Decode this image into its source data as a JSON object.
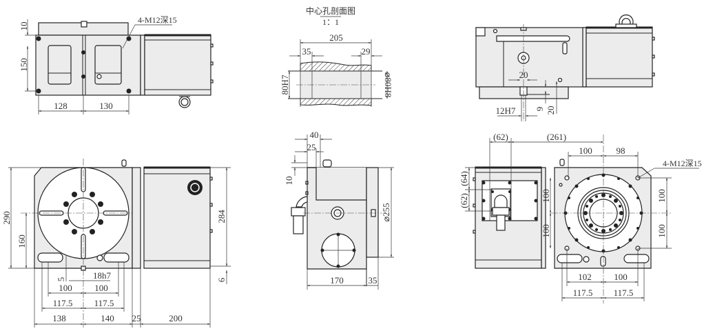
{
  "drawing": {
    "type": "technical dimension drawing - CNC rotary table",
    "views": {
      "top_left_plan": {
        "note": "4-M12深15",
        "dims": {
          "height_top": "10",
          "height_main": "150",
          "width_left": "128",
          "width_right": "130"
        }
      },
      "section_center_hole": {
        "title": "中心孔剖面图",
        "scale": "1：1",
        "dims": {
          "length": "205",
          "left_step": "35",
          "right_step": "29",
          "left_dia": "80H7",
          "right_dia": "⌀80H8"
        }
      },
      "top_right_side": {
        "dims": {
          "slot_width": "20",
          "key": "12H7",
          "depth": "9",
          "height": "20"
        }
      },
      "front_view": {
        "dims": {
          "total_height": "290",
          "center_height": "160",
          "motor_height": "284",
          "base_offset": "6",
          "key": "18h7",
          "key_depth": "5",
          "slot_pitch_left": "100",
          "slot_pitch_right": "100",
          "slot_outer_left": "117.5",
          "slot_outer_right": "117.5",
          "width_left": "138",
          "width_right": "140",
          "gap": "25",
          "motor_length": "200"
        }
      },
      "side_view": {
        "dims": {
          "top_offset": "40",
          "inner_offset": "25",
          "height_offset": "10",
          "diameter": "⌀255",
          "length": "170",
          "flange": "35"
        }
      },
      "rear_view": {
        "note": "4-M12深15",
        "dims": {
          "top_left": "(62)",
          "top_long": "(261)",
          "side_upper": "(64)",
          "side_lower": "(62)",
          "hole_x_left": "100",
          "hole_x_right": "98",
          "hole_y_upper": "100",
          "hole_y_lower": "100",
          "vert_left_upper": "100",
          "vert_left_lower": "100",
          "slot_pitch_left": "102",
          "slot_pitch_right": "100",
          "slot_outer_left": "117.5",
          "slot_outer_right": "117.5"
        }
      }
    }
  }
}
